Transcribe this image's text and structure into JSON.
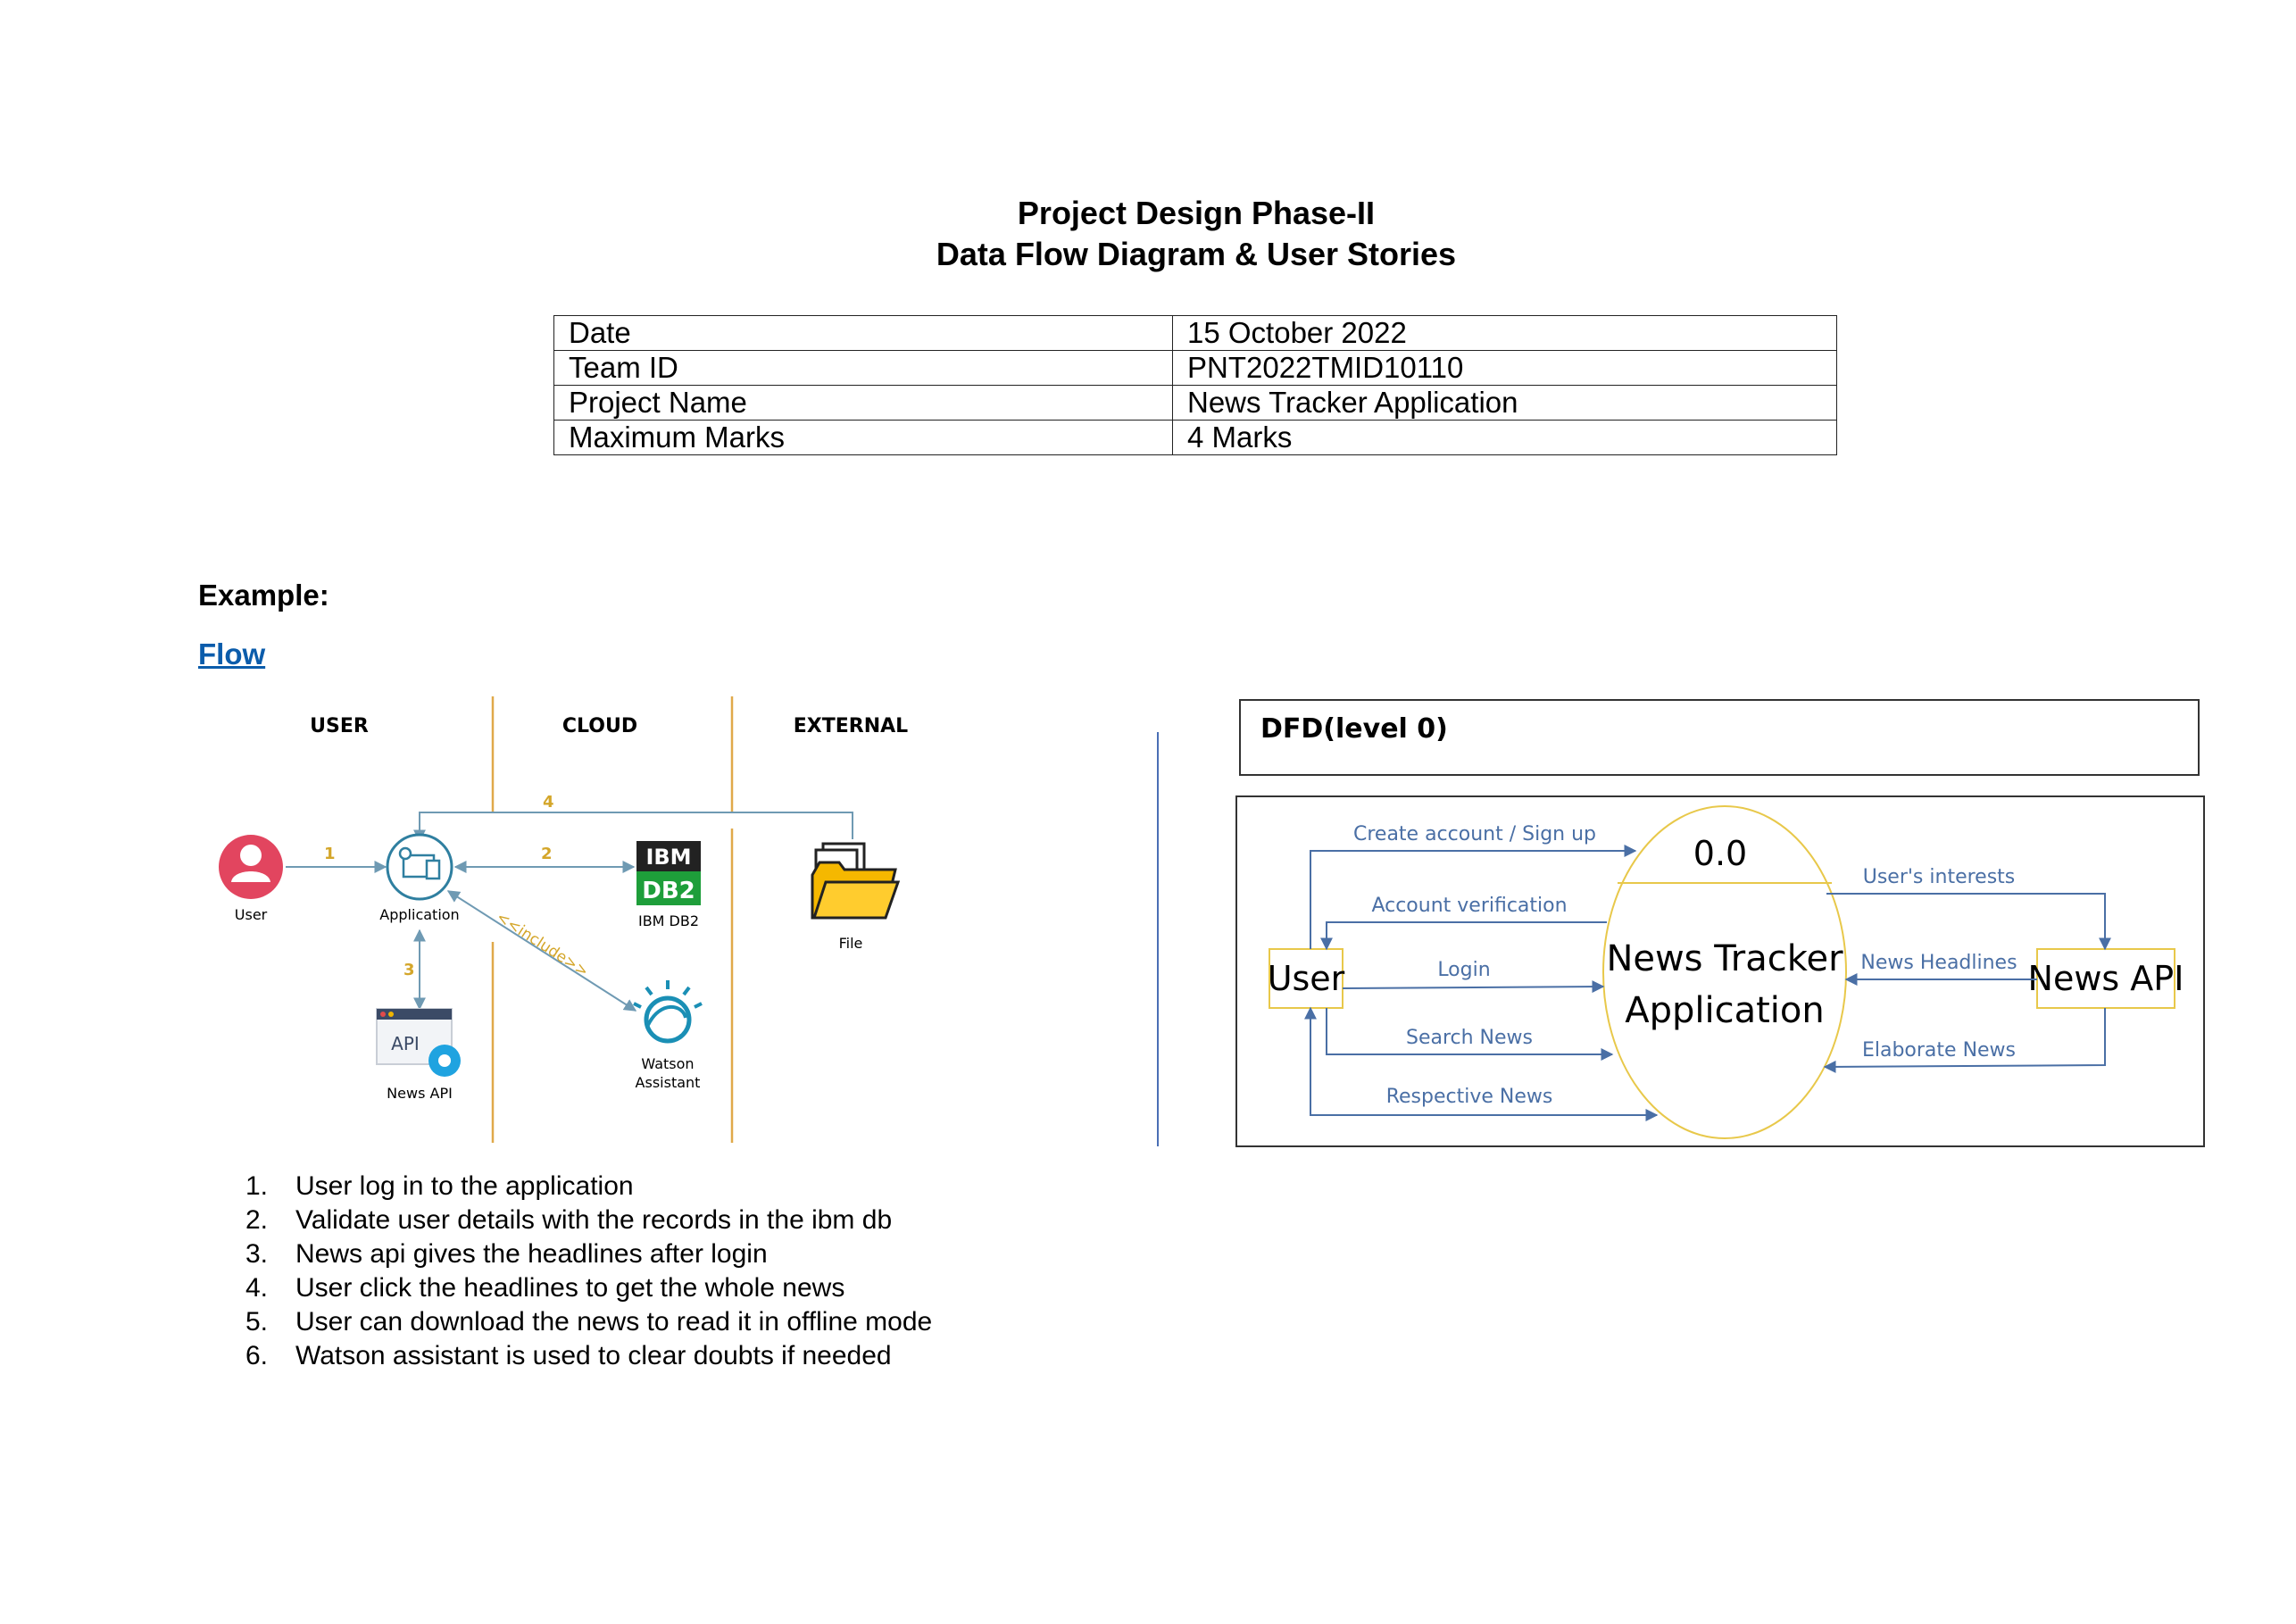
{
  "header": {
    "title": "Project Design Phase-II",
    "subtitle": "Data Flow Diagram & User Stories"
  },
  "info_table": [
    {
      "label": "Date",
      "value": "15 October 2022"
    },
    {
      "label": "Team ID",
      "value": "PNT2022TMID10110"
    },
    {
      "label": "Project Name",
      "value": "News Tracker Application"
    },
    {
      "label": "Maximum Marks",
      "value": "4 Marks"
    }
  ],
  "example_heading": "Example:",
  "flow_link": "Flow",
  "flow_diagram": {
    "lanes": [
      "USER",
      "CLOUD",
      "EXTERNAL"
    ],
    "nodes": {
      "user": "User",
      "application": "Application",
      "db": "IBM DB2",
      "db_logo_top": "IBM",
      "db_logo_bottom": "DB2",
      "file": "File",
      "api": "News API",
      "api_badge": "API",
      "watson_line1": "Watson",
      "watson_line2": "Assistant"
    },
    "step_numbers": [
      "1",
      "2",
      "3",
      "4"
    ],
    "include_label": "<<include>>"
  },
  "dfd": {
    "title": "DFD(level 0)",
    "process_id": "0.0",
    "process_line1": "News Tracker",
    "process_line2": "Application",
    "user_entity": "User",
    "api_entity": "News API",
    "user_flows": [
      "Create account / Sign up",
      "Account verification",
      "Login",
      "Search News",
      "Respective News"
    ],
    "api_flows": [
      "User's interests",
      "News Headlines",
      "Elaborate News"
    ]
  },
  "steps": [
    "User log in to the application",
    "Validate user details with the records in the ibm db",
    "News api gives the headlines after login",
    "User click the headlines to get the whole news",
    "User can download the news to read it in offline mode",
    "Watson assistant is used to clear doubts if needed"
  ],
  "colors": {
    "lane_divider": "#e0a94a",
    "arrow": "#6f9ab3",
    "step_number": "#d4a62a",
    "dfd_arrow": "#4a6fa5",
    "entity_border": "#e8c84a",
    "link": "#0b5cab"
  }
}
